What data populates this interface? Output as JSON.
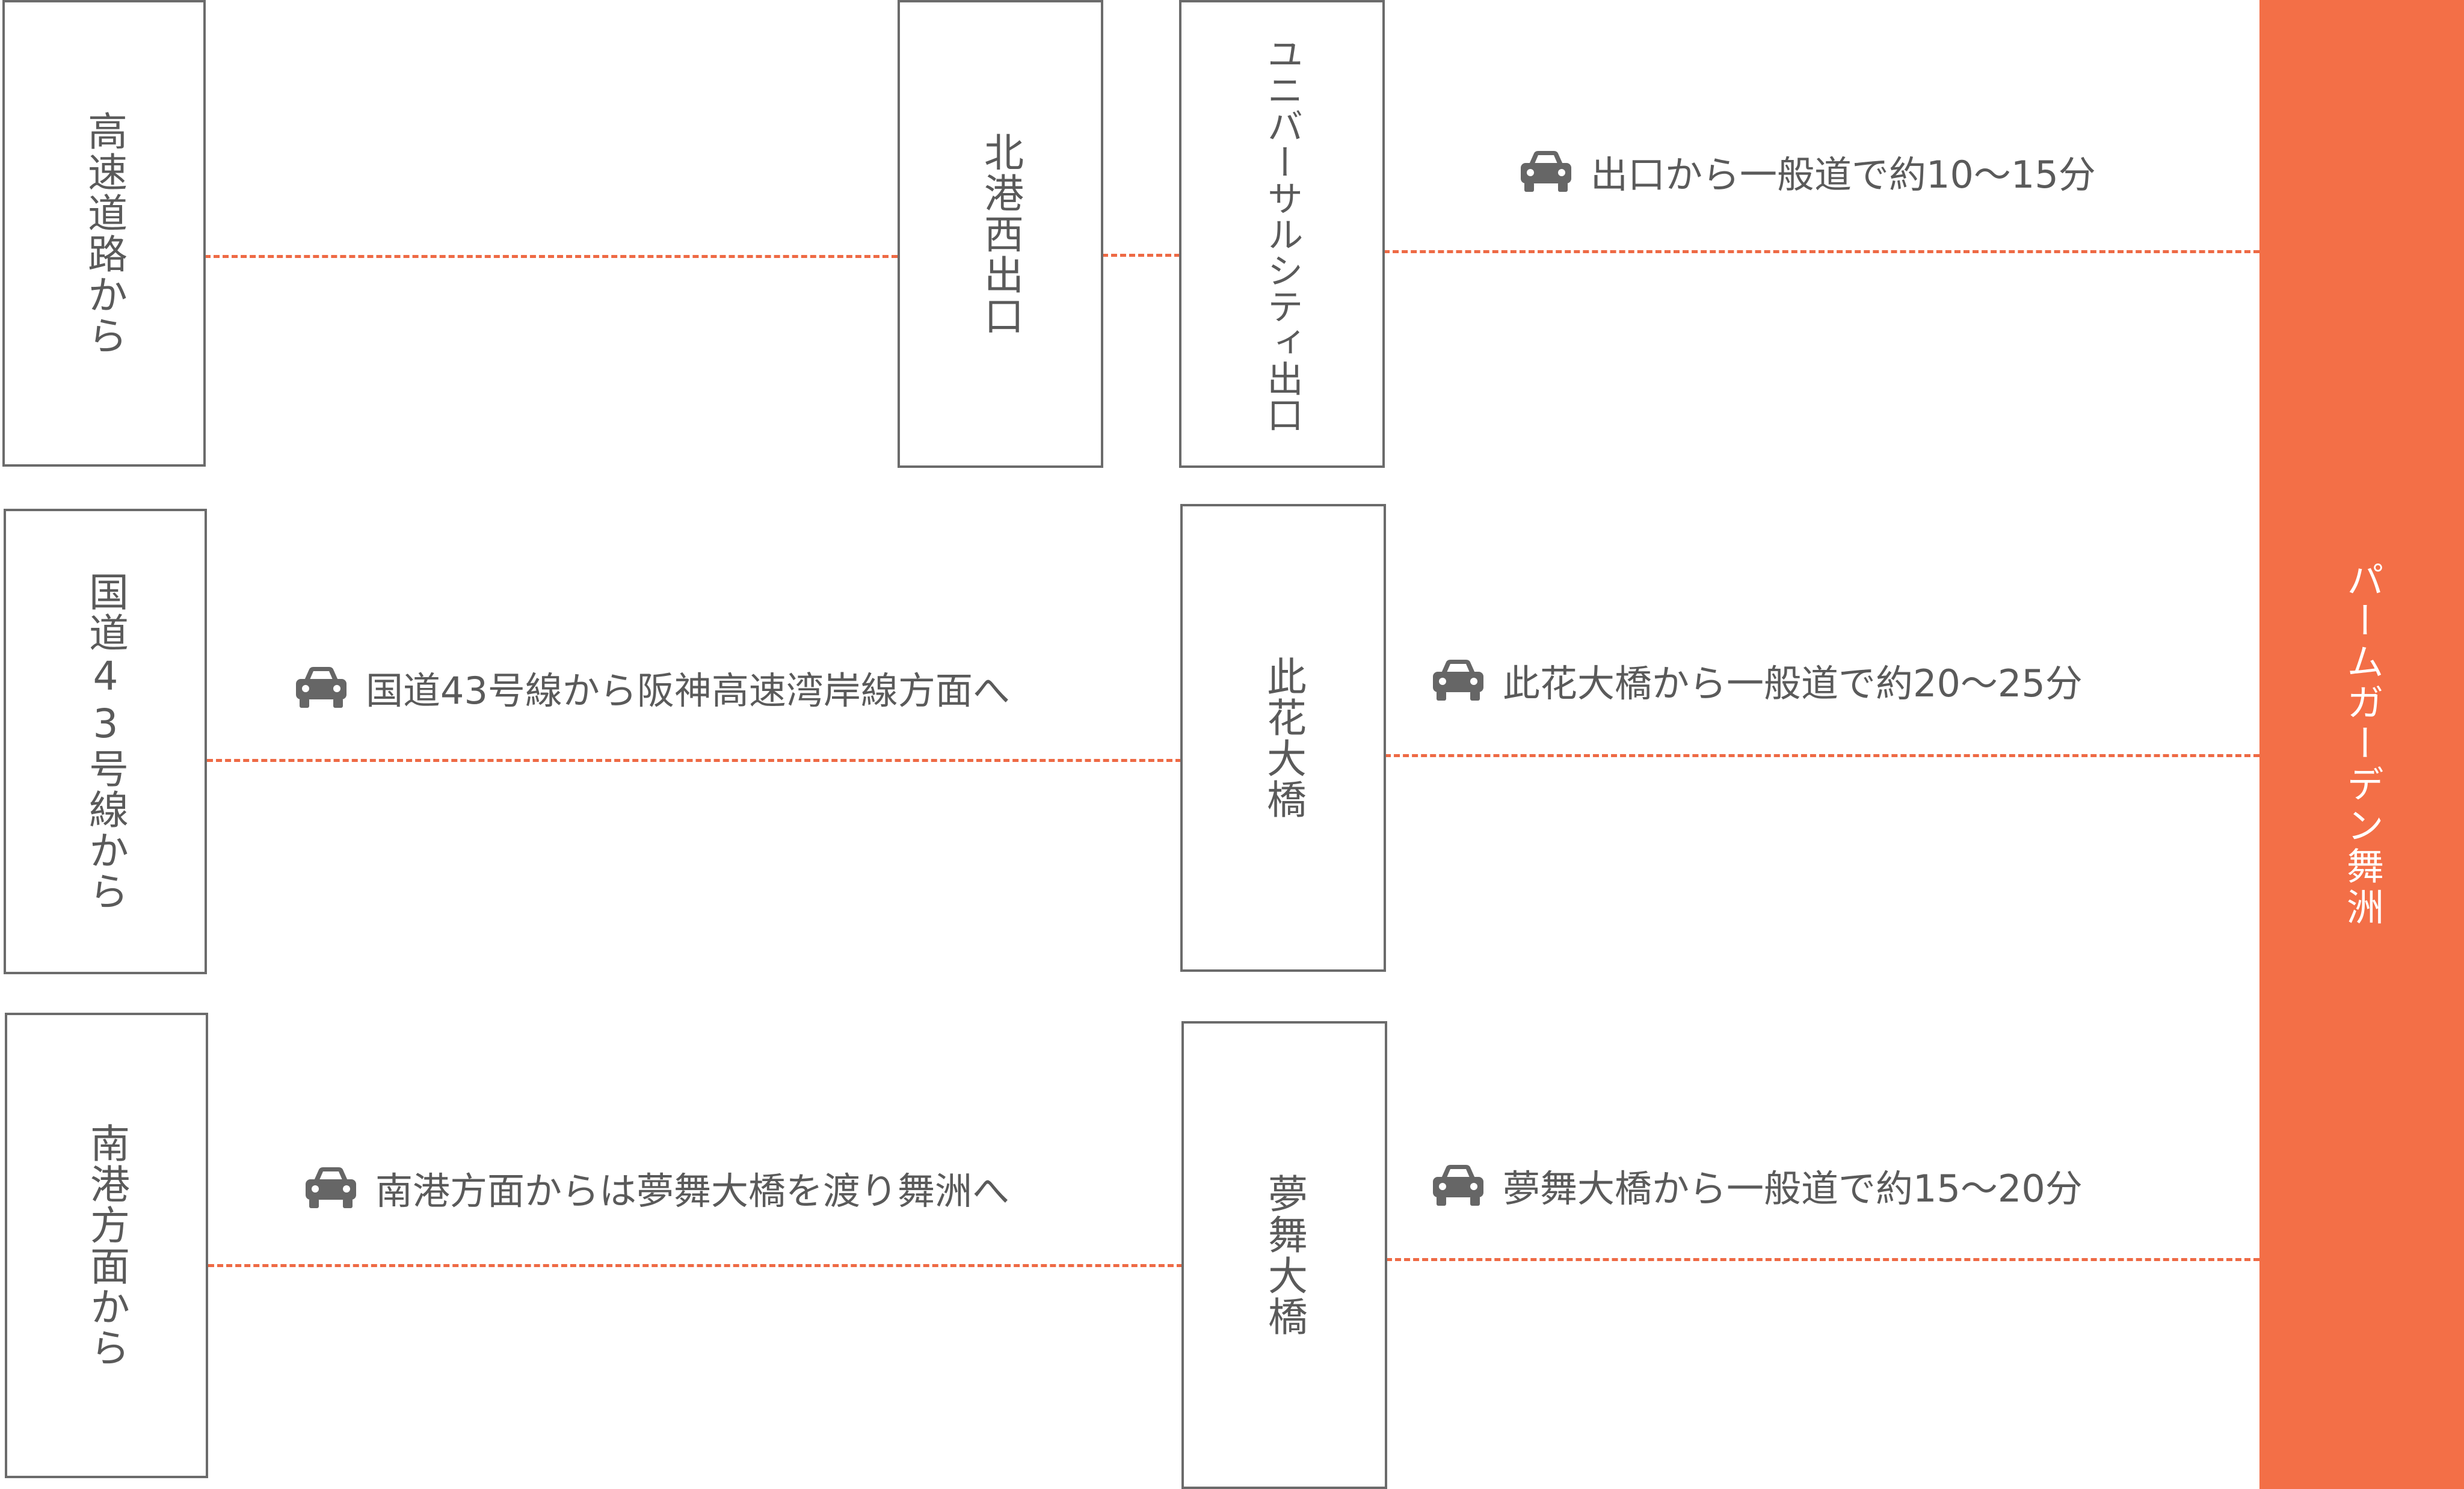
{
  "entry": {
    "expressway": "高速道路から",
    "route43": "国道43号線から",
    "south_port": "南港方面から"
  },
  "exits": {
    "kitako_nishi": "北港西出口",
    "universal_city": "ユニバーサルシティ出口",
    "konohana": "此花大橋",
    "yumemai": "夢舞大橋"
  },
  "destination": "パームガーデン舞洲",
  "routes": {
    "row1": "出口から一般道で約10〜15分",
    "row2_via": "国道43号線から阪神高速湾岸線方面へ",
    "row2": "此花大橋から一般道で約20〜25分",
    "row3_via": "南港方面からは夢舞大橋を渡り舞洲へ",
    "row3": "夢舞大橋から一般道で約15〜20分"
  },
  "icons": {
    "car": "car-icon"
  },
  "colors": {
    "accent": "#f36f47",
    "line": "#ee6a45",
    "border": "#6b6b6b",
    "text": "#5a5a5a"
  }
}
